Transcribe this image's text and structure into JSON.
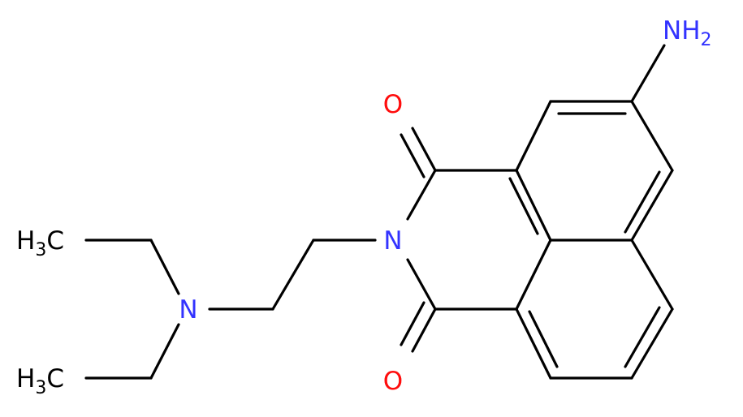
{
  "colors": {
    "bond": "#000000",
    "nitrogen": "#3333ff",
    "oxygen": "#ff0d0d",
    "carbon": "#000000",
    "background": "#ffffff"
  },
  "atoms": {
    "amine_N": "NH",
    "amine_H_sub": "2",
    "imide_N": "N",
    "carbonyl_O_top": "O",
    "carbonyl_O_bottom": "O",
    "tertiary_N": "N",
    "methyl_top_H": "H",
    "methyl_top_sub": "3",
    "methyl_top_C": "C",
    "methyl_bottom_H": "H",
    "methyl_bottom_sub": "3",
    "methyl_bottom_C": "C"
  }
}
